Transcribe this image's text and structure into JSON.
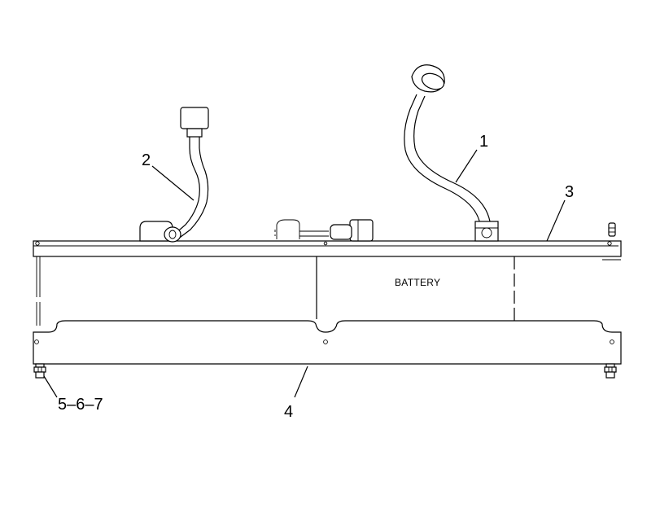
{
  "diagram": {
    "battery_label": "BATTERY",
    "callouts": {
      "c1": "1",
      "c2": "2",
      "c3": "3",
      "c4": "4",
      "c567": "5–6–7"
    }
  }
}
